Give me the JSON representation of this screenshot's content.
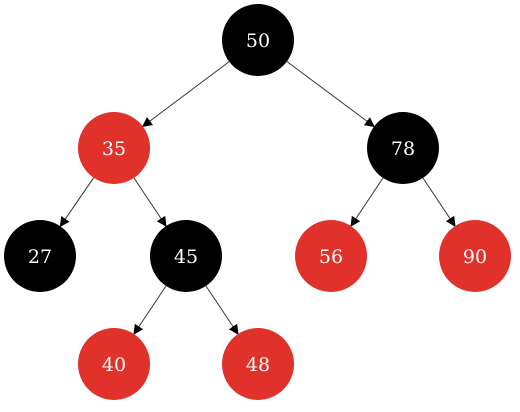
{
  "colors": {
    "black": "#000000",
    "red": "#E0312A",
    "edge": "#333333",
    "label": "#FFFFFF"
  },
  "tree": {
    "nodes": [
      {
        "id": "n50",
        "label": "50",
        "color": "black"
      },
      {
        "id": "n35",
        "label": "35",
        "color": "red"
      },
      {
        "id": "n78",
        "label": "78",
        "color": "black"
      },
      {
        "id": "n27",
        "label": "27",
        "color": "black"
      },
      {
        "id": "n45",
        "label": "45",
        "color": "black"
      },
      {
        "id": "n56",
        "label": "56",
        "color": "red"
      },
      {
        "id": "n90",
        "label": "90",
        "color": "red"
      },
      {
        "id": "n40",
        "label": "40",
        "color": "red"
      },
      {
        "id": "n48",
        "label": "48",
        "color": "red"
      }
    ],
    "edges": [
      {
        "from": "n50",
        "to": "n35"
      },
      {
        "from": "n50",
        "to": "n78"
      },
      {
        "from": "n35",
        "to": "n27"
      },
      {
        "from": "n35",
        "to": "n45"
      },
      {
        "from": "n78",
        "to": "n56"
      },
      {
        "from": "n78",
        "to": "n90"
      },
      {
        "from": "n45",
        "to": "n40"
      },
      {
        "from": "n45",
        "to": "n48"
      }
    ]
  }
}
